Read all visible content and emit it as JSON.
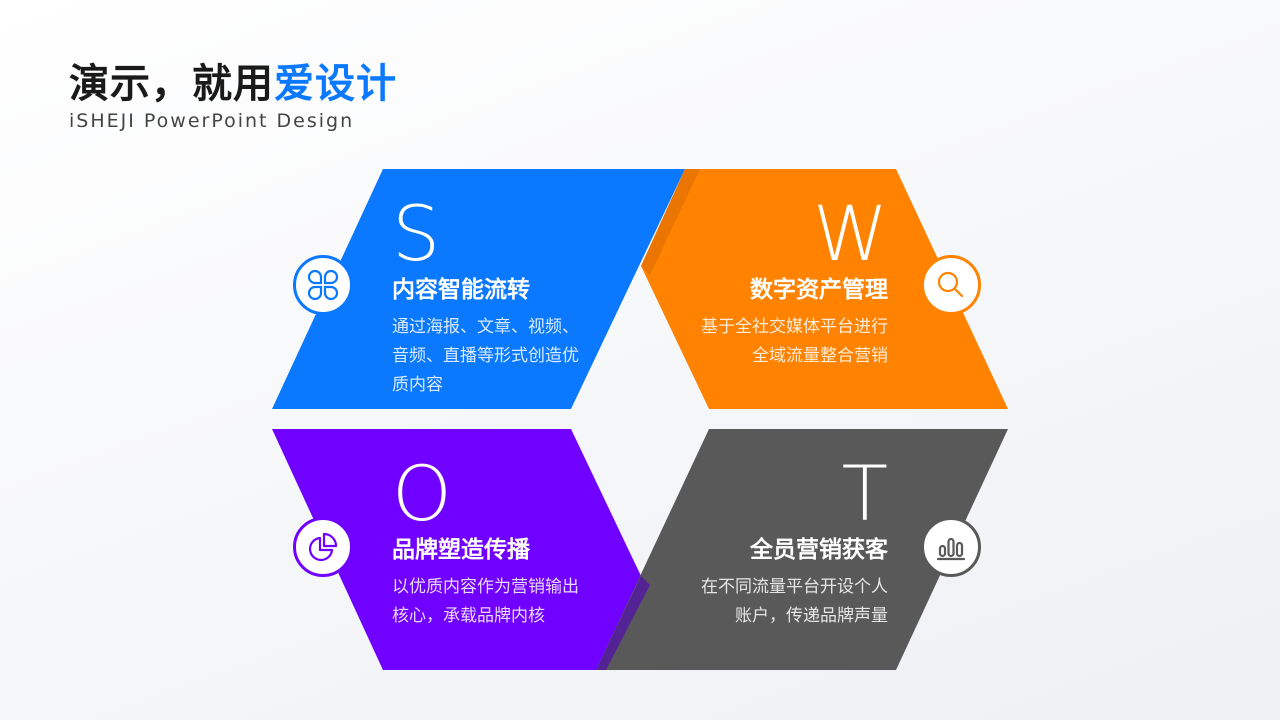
{
  "header": {
    "title_main": "演示，就用",
    "title_highlight": "爱设计",
    "subtitle": "iSHEJI PowerPoint Design"
  },
  "colors": {
    "strengths": "#0a78ff",
    "weaknesses": "#ff8200",
    "opportunities": "#7000ff",
    "threats": "#595959",
    "accent": "#0a78ff"
  },
  "quadrants": {
    "s": {
      "letter": "S",
      "heading": "内容智能流转",
      "desc_line1": "通过海报、文章、视频、",
      "desc_line2": "音频、直播等形式创造优",
      "desc_line3": "质内容",
      "icon": "grid-icon"
    },
    "w": {
      "letter": "W",
      "heading": "数字资产管理",
      "desc_line1": "基于全社交媒体平台进行",
      "desc_line2": "全域流量整合营销",
      "icon": "search-icon"
    },
    "o": {
      "letter": "O",
      "heading": "品牌塑造传播",
      "desc_line1": "以优质内容作为营销输出",
      "desc_line2": "核心，承载品牌内核",
      "icon": "pie-chart-icon"
    },
    "t": {
      "letter": "T",
      "heading": "全员营销获客",
      "desc_line1": "在不同流量平台开设个人",
      "desc_line2": "账户，传递品牌声量",
      "icon": "bar-chart-icon"
    }
  }
}
